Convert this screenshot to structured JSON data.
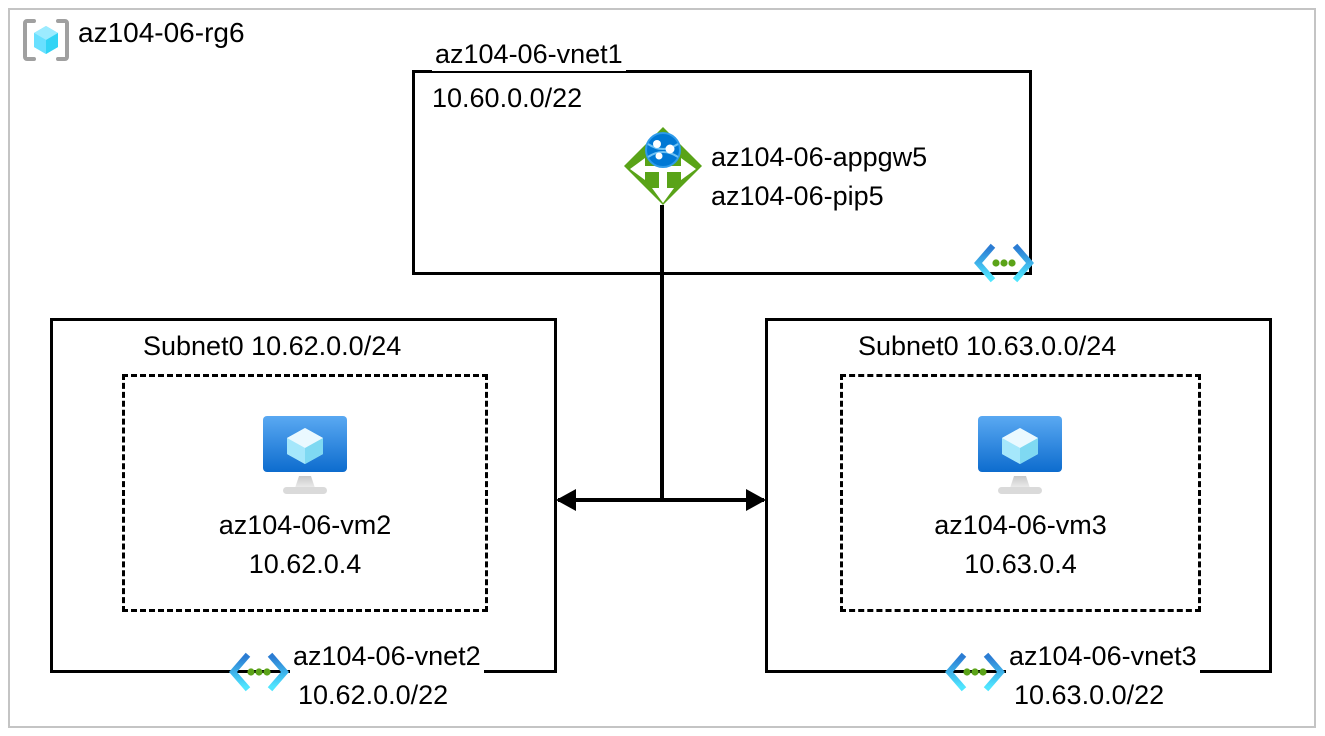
{
  "diagram": {
    "type": "azure-network-architecture",
    "resource_group": {
      "name": "az104-06-rg6",
      "icon": "resource-group-cube-icon",
      "border_color": "#c4c4c4"
    },
    "vnet1": {
      "label": "az104-06-vnet1",
      "address_space": "10.60.0.0/22",
      "badge_icon": "virtual-network-icon",
      "resources": {
        "appgw": {
          "icon": "application-gateway-icon",
          "name": "az104-06-appgw5",
          "public_ip": "az104-06-pip5",
          "icon_color": "#59a318",
          "globe_color": "#0078d4"
        }
      }
    },
    "vnet2": {
      "label": "az104-06-vnet2",
      "address_space": "10.62.0.0/22",
      "badge_icon": "virtual-network-icon",
      "subnet": {
        "name": "Subnet0 10.62.0.0/24"
      },
      "vm": {
        "icon": "virtual-machine-icon",
        "name": "az104-06-vm2",
        "private_ip": "10.62.0.4"
      }
    },
    "vnet3": {
      "label": "az104-06-vnet3",
      "address_space": "10.63.0.0/22",
      "badge_icon": "virtual-network-icon",
      "subnet": {
        "name": "Subnet0 10.63.0.0/24"
      },
      "vm": {
        "icon": "virtual-machine-icon",
        "name": "az104-06-vm3",
        "private_ip": "10.63.0.4"
      }
    },
    "connectors": {
      "peering_arrow": "double-headed-arrow",
      "gateway_link": "vertical-line",
      "line_color": "#000000"
    },
    "colors": {
      "vnet_bracket_top": "#2b7cd3",
      "vnet_bracket_bottom": "#50e6ff",
      "vnet_dots": "#5ba318",
      "vm_screen_top": "#4ba1f0",
      "vm_screen_bottom": "#0d6cce",
      "vm_cube": "#9cebff",
      "vm_stand": "#b3b3b3",
      "rg_cube": "#50e6ff",
      "rg_bracket": "#a0a0a0"
    }
  }
}
